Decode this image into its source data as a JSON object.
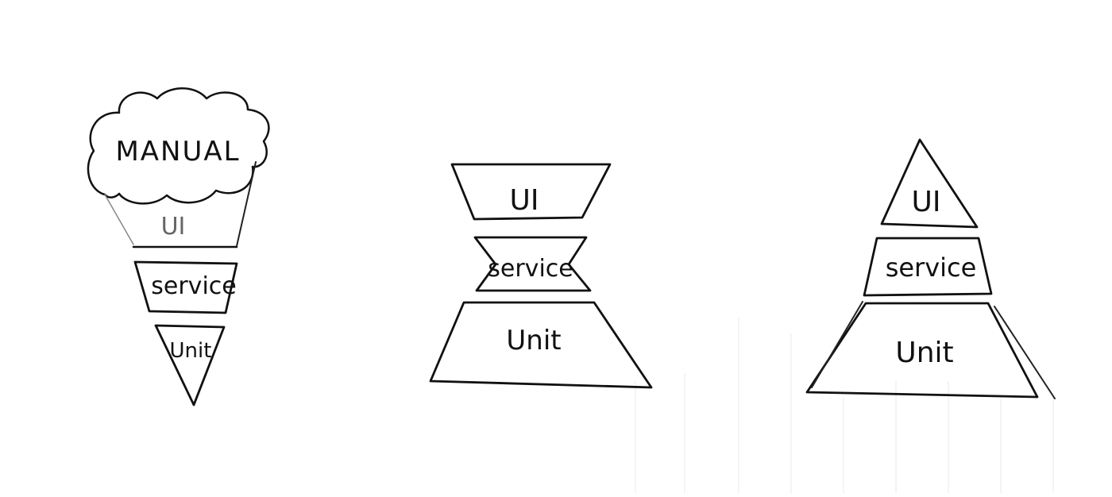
{
  "diagrams": [
    {
      "shape": "ice-cream-cone",
      "layers": [
        {
          "label": "MANUAL"
        },
        {
          "label": "UI"
        },
        {
          "label": "service"
        },
        {
          "label": "Unit"
        }
      ]
    },
    {
      "shape": "hourglass",
      "layers": [
        {
          "label": "UI"
        },
        {
          "label": "service"
        },
        {
          "label": "Unit"
        }
      ]
    },
    {
      "shape": "pyramid",
      "layers": [
        {
          "label": "UI"
        },
        {
          "label": "service"
        },
        {
          "label": "Unit"
        }
      ]
    }
  ],
  "colors": {
    "ink": "#111111",
    "paper": "#ffffff"
  }
}
